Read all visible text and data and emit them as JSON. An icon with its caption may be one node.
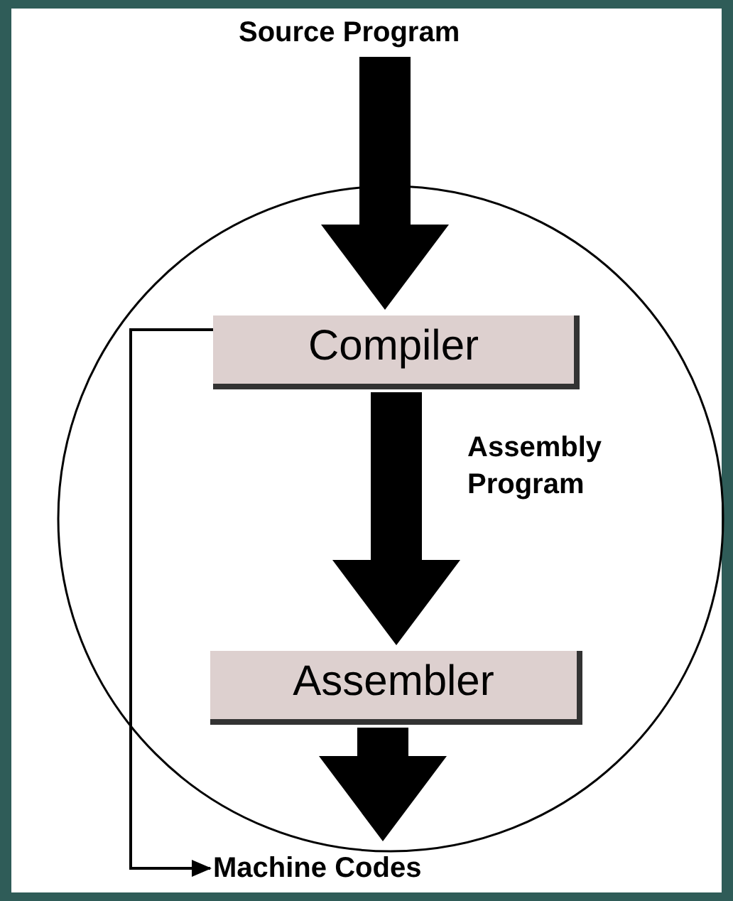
{
  "diagram": {
    "nodes": [
      {
        "text": [
          "Source Program"
        ]
      },
      {
        "text": [],
        "shape": "circle"
      },
      {
        "text": [
          "Compiler"
        ],
        "in": 1
      },
      {
        "text": [
          "Assembler"
        ],
        "in": 1
      },
      {
        "text": [
          "Machine Codes"
        ]
      }
    ],
    "edges": [
      {
        "from": 0,
        "to": 2,
        "arrow": "to"
      },
      {
        "from": 2,
        "to": 3,
        "arrow": "to",
        "label": "Assembly Program"
      },
      {
        "from": 3,
        "to": 4,
        "arrow": "to"
      },
      {
        "from": 2,
        "to": 4,
        "arrow": "to"
      }
    ]
  }
}
